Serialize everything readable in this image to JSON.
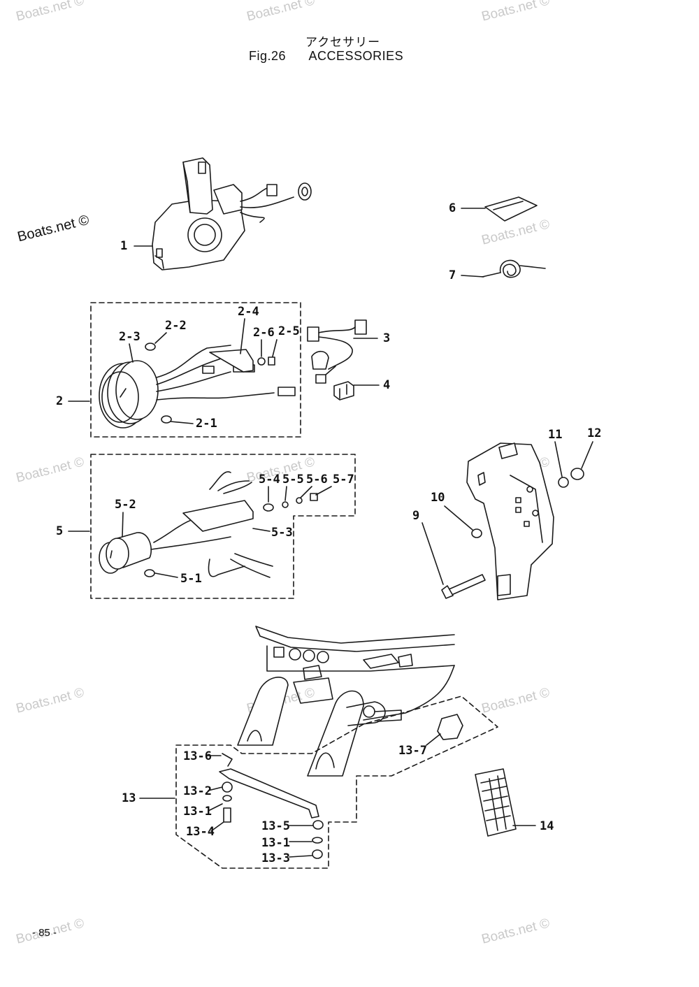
{
  "title_jp": "アクセサリー",
  "fig_number": "Fig.26",
  "fig_title": "ACCESSORIES",
  "page_number": "- 85 -",
  "watermark_main": "Boats.net ©",
  "watermark_faint": "Boats.net ©",
  "callouts": {
    "c1": "1",
    "c2": "2",
    "c2_1": "2-1",
    "c2_2": "2-2",
    "c2_3": "2-3",
    "c2_4": "2-4",
    "c2_5": "2-5",
    "c2_6": "2-6",
    "c3": "3",
    "c4": "4",
    "c5": "5",
    "c5_1": "5-1",
    "c5_2": "5-2",
    "c5_3": "5-3",
    "c5_4": "5-4",
    "c5_5": "5-5",
    "c5_6": "5-6",
    "c5_7": "5-7",
    "c6": "6",
    "c7": "7",
    "c9": "9",
    "c10": "10",
    "c11": "11",
    "c12": "12",
    "c13": "13",
    "c13_1a": "13-1",
    "c13_1b": "13-1",
    "c13_2": "13-2",
    "c13_3": "13-3",
    "c13_4": "13-4",
    "c13_5": "13-5",
    "c13_6": "13-6",
    "c13_7": "13-7",
    "c14": "14"
  }
}
